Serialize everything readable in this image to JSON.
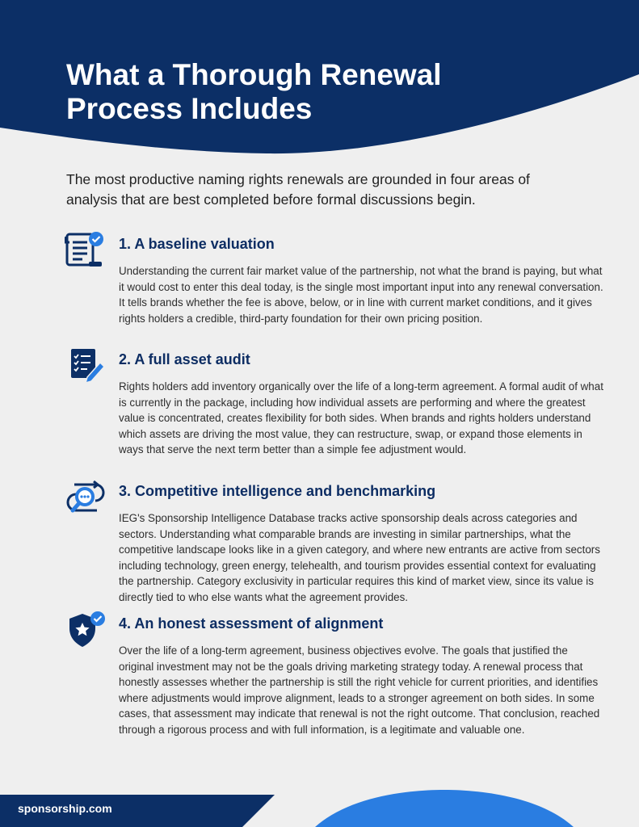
{
  "page": {
    "title_line1": "What a Thorough Renewal",
    "title_line2": "Process Includes",
    "intro": "The most productive naming rights renewals are grounded in four areas of analysis that are best completed before formal discussions begin."
  },
  "sections": [
    {
      "icon": "document-check-icon",
      "heading": "1. A baseline valuation",
      "body": "Understanding the current fair market value of the partnership, not what the brand is paying, but what it would cost to enter this deal today, is the single most important input into any renewal conversation. It tells brands whether the fee is above, below, or in line with current market conditions, and it gives rights holders a credible, third-party foundation for their own pricing position."
    },
    {
      "icon": "checklist-pen-icon",
      "heading": "2. A full asset audit",
      "body": "Rights holders add inventory organically over the life of a long-term agreement. A formal audit of what is currently in the package, including how individual assets are performing and where the greatest value is concentrated, creates flexibility for both sides. When brands and rights holders understand which assets are driving the most value, they can restructure, swap, or expand those elements in ways that serve the next term better than a simple fee adjustment would."
    },
    {
      "icon": "magnifier-cycle-icon",
      "heading": "3. Competitive intelligence and benchmarking",
      "body": "IEG's Sponsorship Intelligence Database tracks active sponsorship deals across categories and sectors. Understanding what comparable brands are investing in similar partnerships, what the competitive landscape looks like in a given category, and where new entrants are active from sectors including technology, green energy, telehealth, and tourism provides essential context for evaluating the partnership. Category exclusivity in particular requires this kind of market view, since its value is directly tied to who else wants what the agreement provides."
    },
    {
      "icon": "shield-star-check-icon",
      "heading": "4. An honest assessment of alignment",
      "body": "Over the life of a long-term agreement, business objectives evolve. The goals that justified the original investment may not be the goals driving marketing strategy today. A renewal process that honestly assesses whether the partnership is still the right vehicle for current priorities, and identifies where adjustments would improve alignment, leads to a stronger agreement on both sides. In some cases, that assessment may indicate that renewal is not the right outcome. That conclusion, reached through a rigorous process and with full information, is a legitimate and valuable one."
    }
  ],
  "footer": {
    "url": "sponsorship.com"
  },
  "colors": {
    "navy": "#0c2f66",
    "accent_blue": "#2a7de1",
    "background": "#efefef"
  }
}
